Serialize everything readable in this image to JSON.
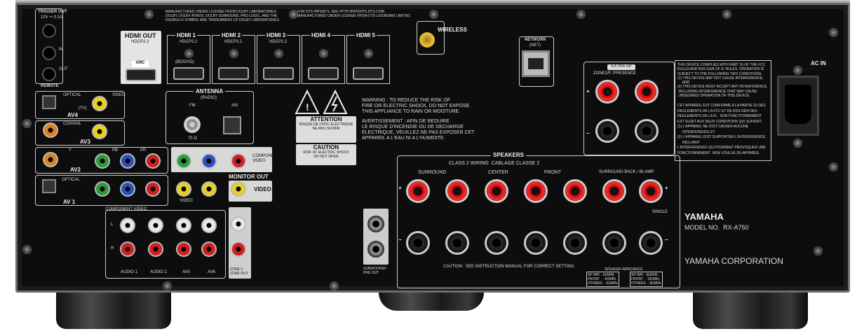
{
  "brand": "YAMAHA",
  "model": "MODEL NO.  RX-A750",
  "corporation": "YAMAHA CORPORATION",
  "trigger": {
    "title": "TRIGGER OUT",
    "spec": "12V ⎓ 0.1A",
    "in": "IN",
    "out": "OUT",
    "remote": "REMOTE"
  },
  "dolby_notice": "MANUFACTURED UNDER LICENSE FROM DOLBY LABORATORIES.\nDOLBY, DOLBY ATMOS, DOLBY SURROUND, PRO LOGIC, AND THE\nDOUBLE-D SYMBOL ARE TRADEMARKS OF DOLBY LABORATORIES.",
  "dts_notice": "FOR DTS PATENTS, SEE HTTP://PATENTS.DTS.COM.\nMANUFACTURED UNDER LICENSE FROM DTS LICENSING LIMITED.",
  "wireless": "WIRELESS",
  "hdmi_out": {
    "title": "HDMI OUT",
    "hdcp": "HDCP2.2",
    "arc": "ARC"
  },
  "hdmi_in": [
    {
      "label": "HDMI 1",
      "hdcp": "HDCP2.2",
      "sub": "(BD/DVD)"
    },
    {
      "label": "HDMI 2",
      "hdcp": "HDCP2.2",
      "sub": ""
    },
    {
      "label": "HDMI 3",
      "hdcp": "HDCP2.2",
      "sub": ""
    },
    {
      "label": "HDMI 4",
      "hdcp": "",
      "sub": ""
    },
    {
      "label": "HDMI 5",
      "hdcp": "",
      "sub": ""
    }
  ],
  "network": {
    "title": "NETWORK",
    "sub": "(NET)"
  },
  "antenna": {
    "title": "ANTENNA",
    "sub": "(RADIO)",
    "fm": "FM",
    "am": "AM",
    "ohm": "75 Ω"
  },
  "av_inputs": {
    "optical": "OPTICAL",
    "video": "VIDEO",
    "tv": "(TV)",
    "av4": "AV4",
    "coaxial": "COAXIAL",
    "av3": "AV3",
    "av2": "AV2",
    "av1": "AV 1",
    "y": "Y",
    "pb": "PB",
    "pr": "PR",
    "component_video": "COMPONENT VIDEO",
    "audio1": "AUDIO 1",
    "audio2": "AUDIO 2",
    "av5": "AV5",
    "av6": "AV6",
    "l": "L",
    "r": "R"
  },
  "monitor_out": {
    "component": "COMPONENT\nVIDEO",
    "title": "MONITOR OUT",
    "video": "VIDEO",
    "zone2": "ZONE 2\nZONE OUT"
  },
  "warning": {
    "attention": "ATTENTION",
    "attention_text": "RISQUE DE CHOC ELECTRIQUE\nNE PAS OUVRIR",
    "caution": "CAUTION",
    "caution_text": "RISK OF ELECTRIC SHOCK\nDO NOT OPEN",
    "warning_text": "WARNING : TO REDUCE THE RISK OF\nFIRE OR ELECTRIC SHOCK, DO NOT EXPOSE\nTHIS APPLIANCE TO RAIN OR MOISTURE.",
    "avertissement": "AVERTISSEMENT : AFIN DE REDUIRE\nLE RISQUE D'INCENDIE OU DE DECHARGE\nELECTRIQUE, VEUILLEZ NE PAS EXPOSER CET\nAPPAREIL A L'EAU NI A L'HUMIDITE."
  },
  "speakers": {
    "title": "SPEAKERS",
    "class2": "CLASS 2 WIRING  CABLAGE CLASSE 2",
    "surround": "SURROUND",
    "center": "CENTER",
    "front": "FRONT",
    "surround_back": "SURROUND BACK / BI-AMP",
    "extra_sp": "EXTRA SP",
    "zone2": "ZONE2/F. PRESENCE",
    "single": "SINGLE",
    "plus": "+",
    "minus": "−",
    "caution": "CAUTION : SEE INSTRUCTION MANUAL FOR CORRECT SETTING."
  },
  "subwoofer": "SUBWOOFER\nPRE OUT",
  "impedance": {
    "title": "SPEAKER IMPEDANCE",
    "left": "SP IMP. : 6ΩMIN.\nFRONT   : 4ΩMIN.\nOTHERS  : 6ΩMIN.",
    "right": "SP IMP. : 8ΩMIN.\nFRONT   : 8ΩMIN.\nOTHERS  : 8ΩMIN."
  },
  "fcc": "THIS DEVICE COMPLIES WITH PART 15 OF THE FCC\nRULES AND RSS-GEN OF IC RULES. OPERATION IS\nSUBJECT TO THE FOLLOWING TWO CONDITIONS:\n(1) THIS DEVICE MAY NOT CAUSE INTERFERENCE,\n     AND\n(2) THIS DEVICE MUST ACCEPT ANY INTERFERENCE,\n INCLUDING INTERFERENCE THAT MAY CAUSE\n UNDESIRED OPERATION OF THIS DEVICE.",
  "ic": "CET APPAREIL EST CONFORME A LA PARTIE 15 DES\nREGLEMENTS DE LA FCC ET DE RSS-GEN DES\nREGLEMENTS DE LA IC.  SON FONCTIONNEMENT\nEST SUJET AUX DEUX CONDITIONS QUI SUIVENT:\n(1) L'APPAREIL NE DOIT CAUSER AUCUNE\n     INTERFERENCE ET\n(2) L'APPAREIL DOIT SUPPORTER L'INTERFERENCE,\n     INCLUANT\nL'INTERFERENCE QUI POURRAIT PROVOQUER UNE\nFONCTIONNEMENT  NON VOULUE DU APPAREIL.",
  "ac_in": "AC IN"
}
